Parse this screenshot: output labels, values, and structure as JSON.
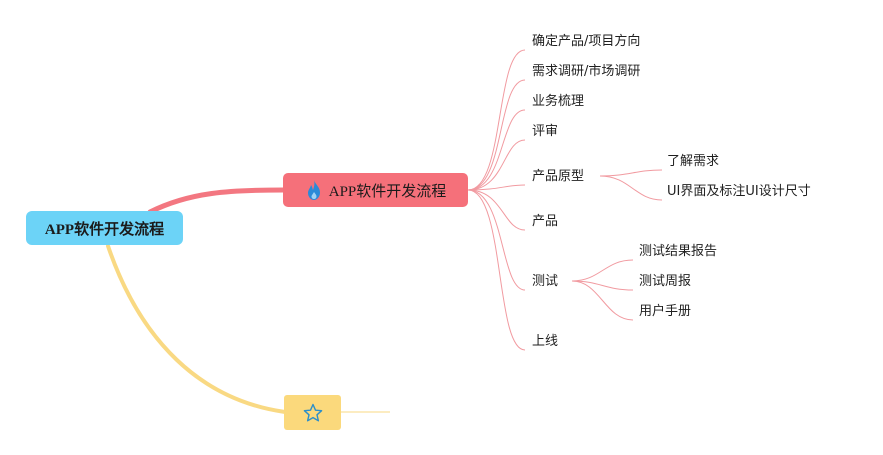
{
  "root": {
    "label": "APP软件开发流程"
  },
  "main": {
    "label": "APP软件开发流程",
    "icon": "fire-icon"
  },
  "star_node": {
    "icon": "star-icon"
  },
  "children": [
    {
      "id": "c1",
      "label": "确定产品/项目方向"
    },
    {
      "id": "c2",
      "label": "需求调研/市场调研"
    },
    {
      "id": "c3",
      "label": "业务梳理"
    },
    {
      "id": "c4",
      "label": "评审"
    },
    {
      "id": "c5",
      "label": "产品原型"
    },
    {
      "id": "c6",
      "label": "产品"
    },
    {
      "id": "c7",
      "label": "测试"
    },
    {
      "id": "c8",
      "label": "上线"
    }
  ],
  "prototype_children": [
    {
      "id": "p1",
      "label": "了解需求"
    },
    {
      "id": "p2",
      "label": "UI界面及标注UI设计尺寸"
    }
  ],
  "test_children": [
    {
      "id": "t1",
      "label": "测试结果报告"
    },
    {
      "id": "t2",
      "label": "测试周报"
    },
    {
      "id": "t3",
      "label": "用户手册"
    }
  ],
  "colors": {
    "root": "#6cd3f7",
    "main": "#f5707a",
    "main_branch": "#f37781",
    "leaf_line": "#f19aa0",
    "star": "#fbd97c",
    "star_branch": "#f9d983",
    "star_icon": "#2c8fc9",
    "fire_icon": "#2b8ad8"
  }
}
